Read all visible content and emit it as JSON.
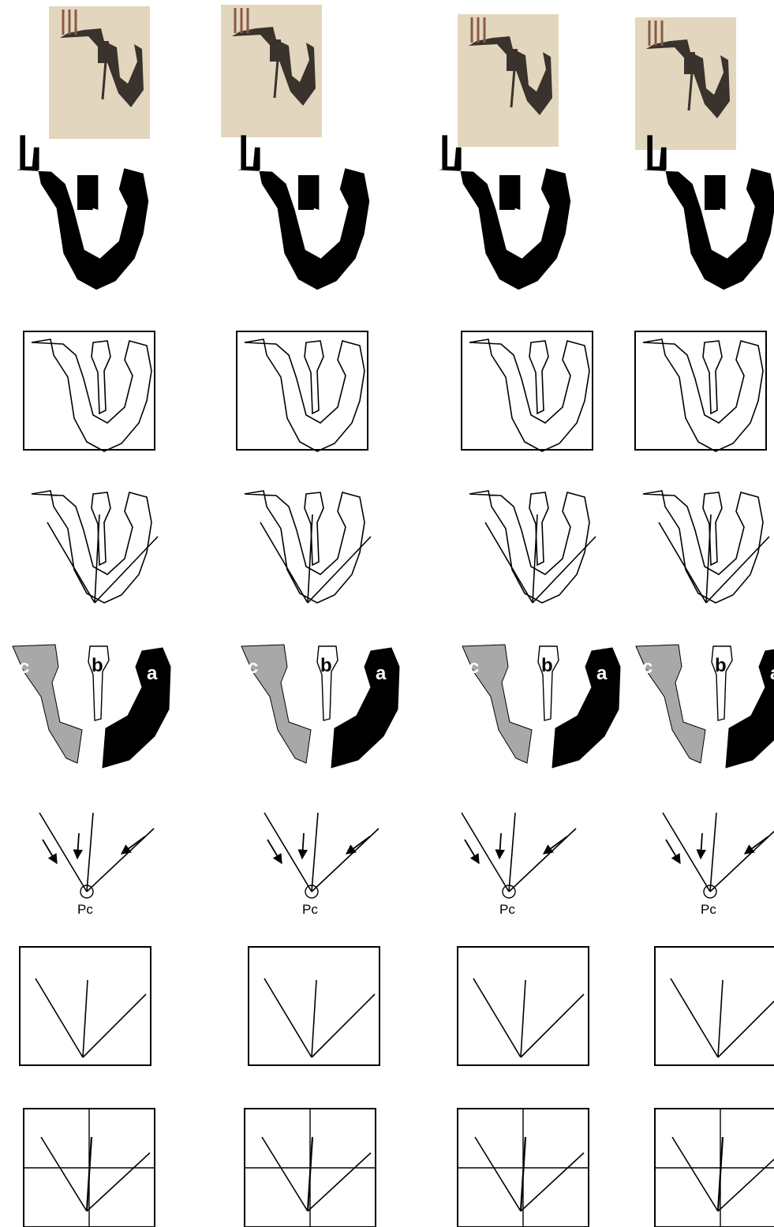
{
  "figure": {
    "columns": 4,
    "stages": [
      "photo",
      "silhouette",
      "outline-with-bounding-box",
      "outline-with-stroke-axes",
      "decomposed-strokes",
      "stroke-directions",
      "axes-in-box",
      "axes-in-quartered-box"
    ],
    "stroke_labels": {
      "a": "a",
      "b": "b",
      "c": "c"
    },
    "center_label": "Pc",
    "colors": {
      "ink": "#000000",
      "stroke_a": "#000000",
      "stroke_b": "#ffffff",
      "stroke_c": "#a8a8a8",
      "parchment": "#e3d6be",
      "ink_photo": "#3a322c"
    },
    "icons": [
      "shin-letter-icon",
      "arrow-icon",
      "circle-icon"
    ]
  }
}
